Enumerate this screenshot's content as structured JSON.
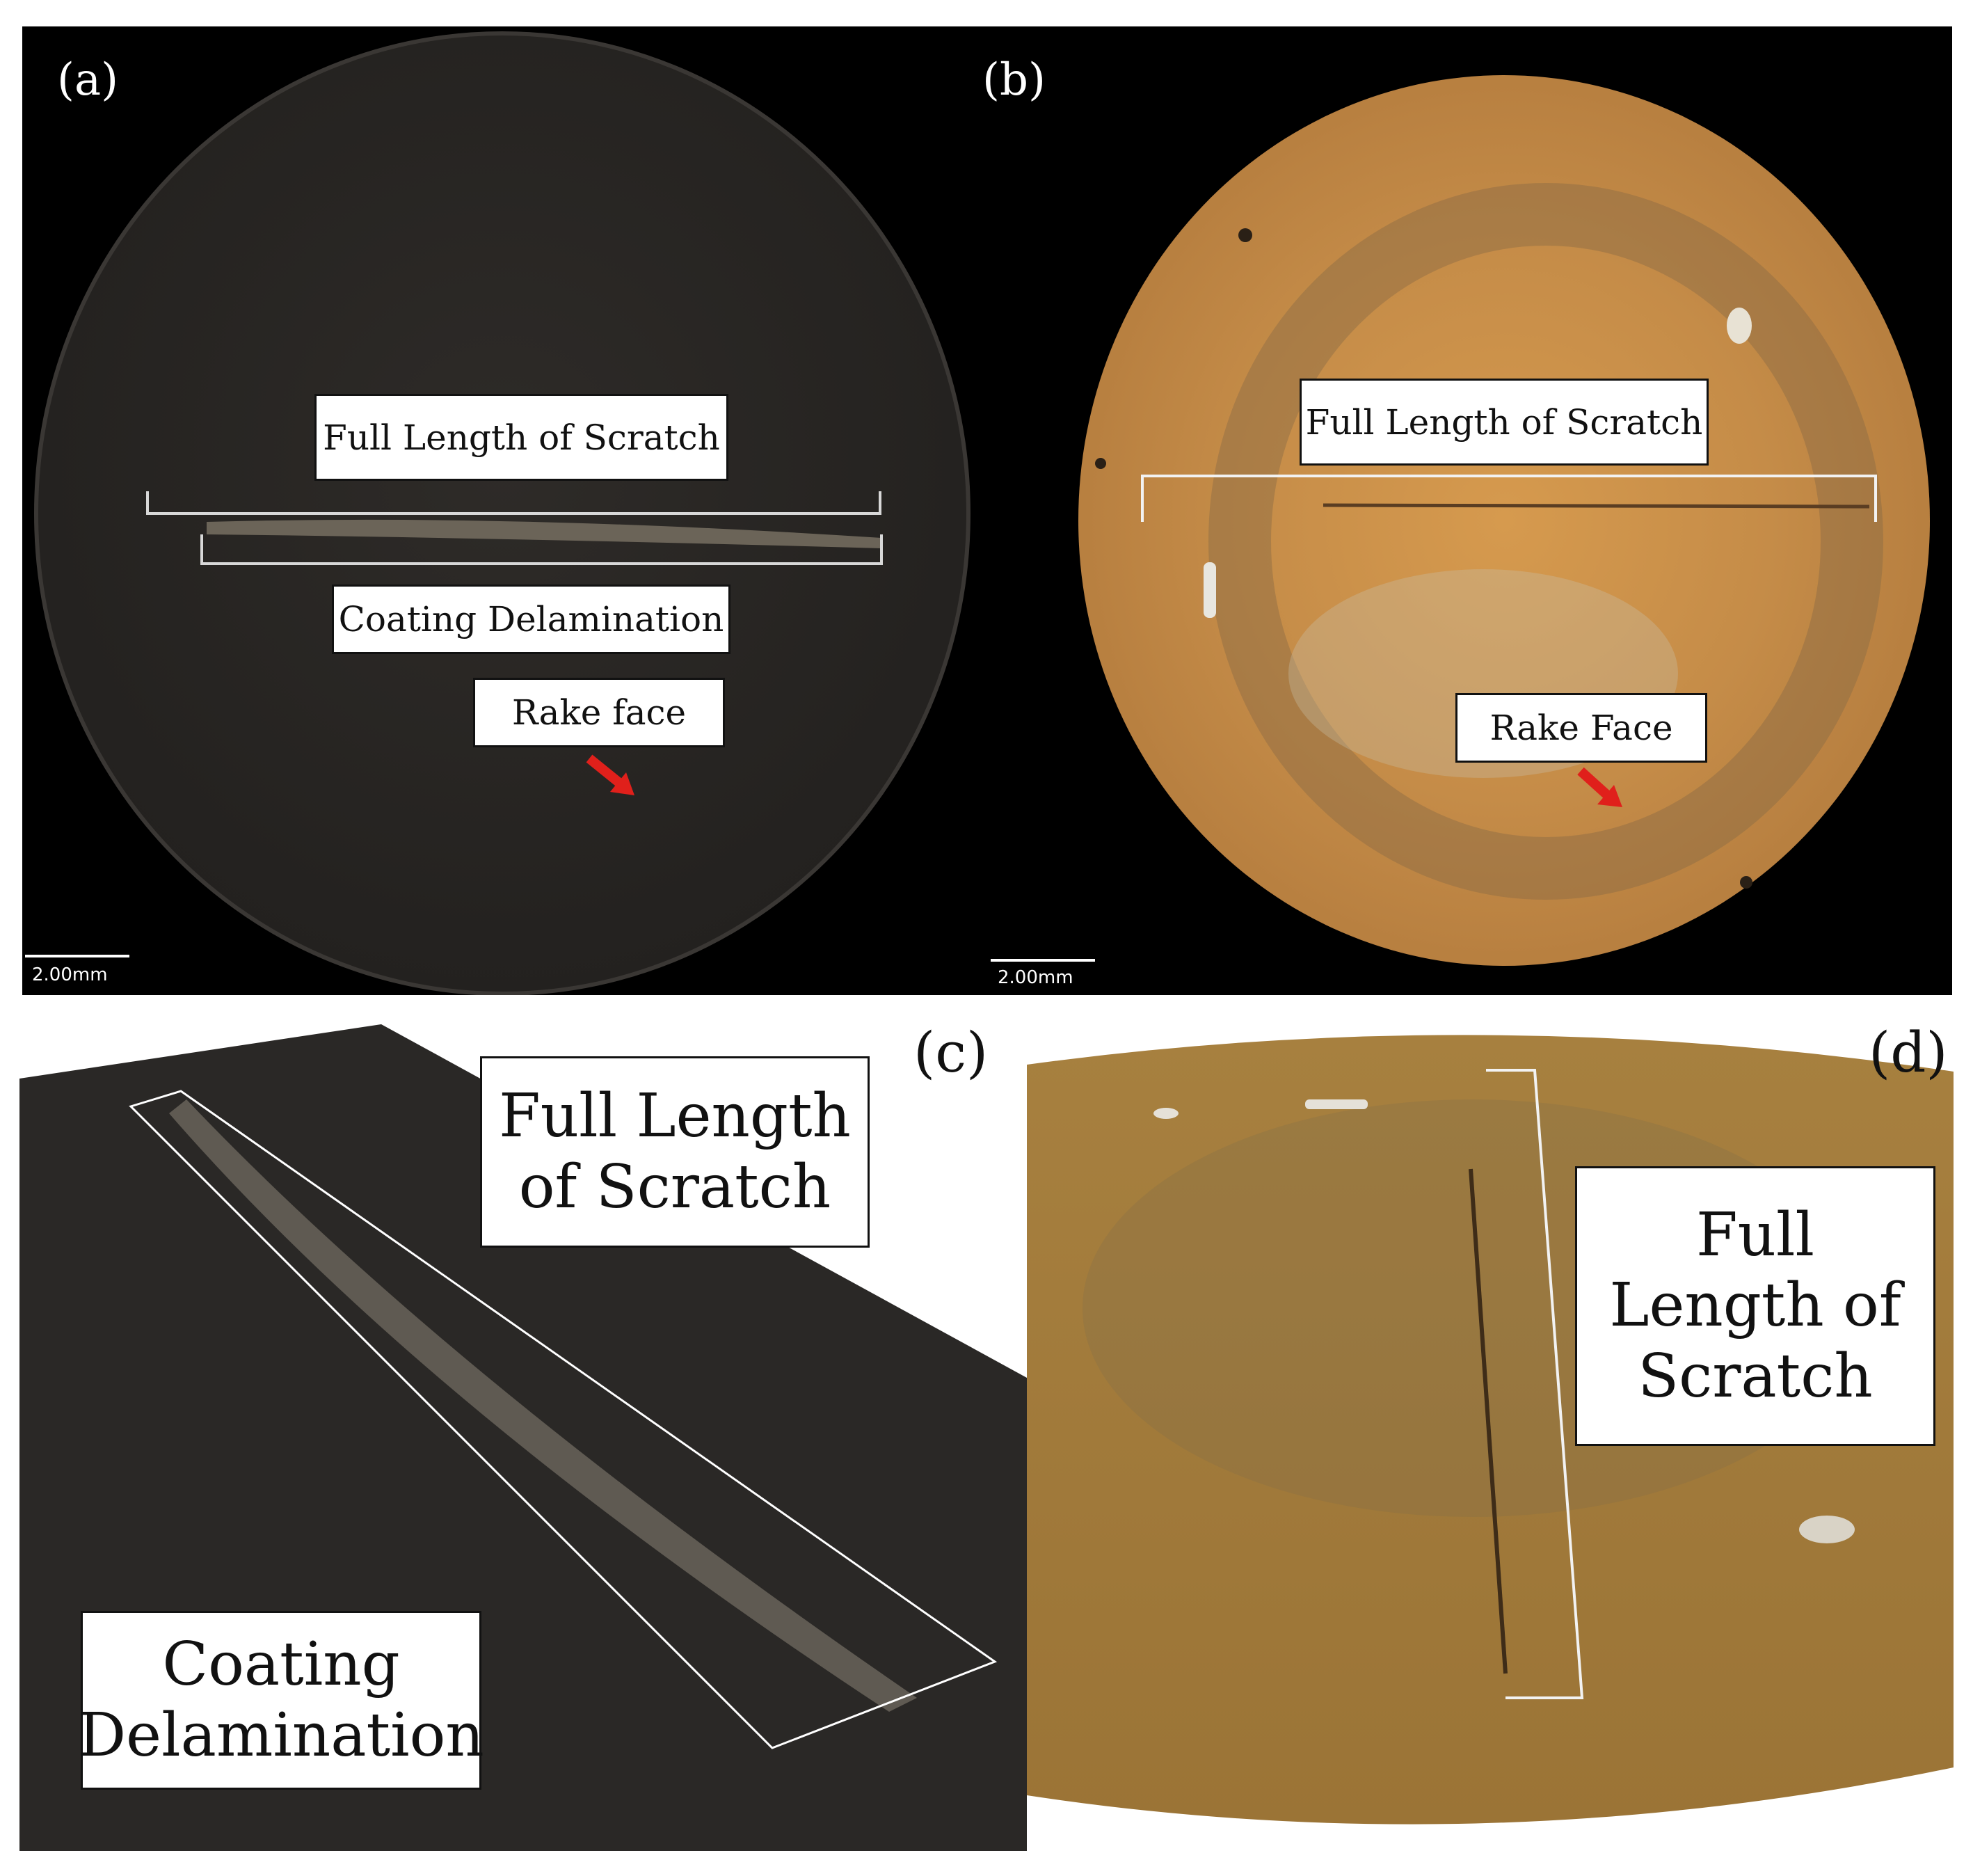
{
  "panel_a": {
    "letter": "(a)",
    "full_length_label": "Full Length of Scratch",
    "delamination_label": "Coating Delamination",
    "rake_label": "Rake face",
    "scale_label": "2.00mm"
  },
  "panel_b": {
    "letter": "(b)",
    "full_length_label": "Full Length of Scratch",
    "rake_label": "Rake Face",
    "scale_label": "2.00mm"
  },
  "panel_c": {
    "letter": "(c)",
    "full_length_label": "Full Length\nof Scratch",
    "delamination_label": "Coating\nDelamination"
  },
  "panel_d": {
    "letter": "(d)",
    "full_length_label": "Full\nLength of\nScratch"
  },
  "colors": {
    "dark_coating": "#2b2826",
    "bronze": "#c08a47",
    "arrow": "#e0201b",
    "background_black": "#000000"
  }
}
